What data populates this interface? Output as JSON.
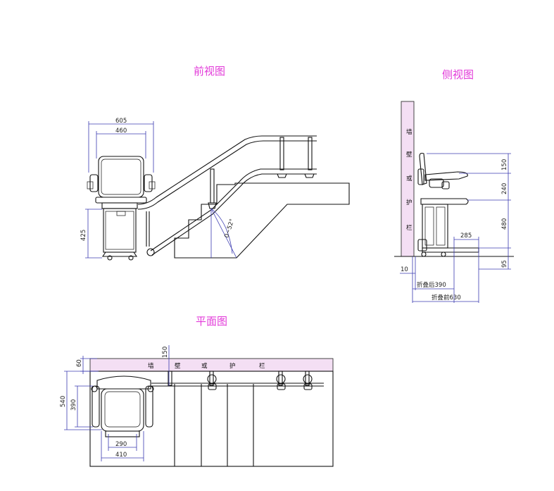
{
  "views": {
    "front": {
      "title": "前视图"
    },
    "side": {
      "title": "侧视图"
    },
    "plan": {
      "title": "平面图"
    }
  },
  "front_dims": {
    "outer_width": "605",
    "inner_width": "460",
    "seat_height": "425",
    "slope": "0~52°"
  },
  "side_dims": {
    "wall_label": [
      "墙",
      "壁",
      "或",
      "护",
      "栏"
    ],
    "back_height": "150",
    "arm_height": "240",
    "seat_height": "480",
    "footrest_depth": "285",
    "footrest_height": "95",
    "wall_gap": "10",
    "folded_width": "折叠后390",
    "unfolded_width": "折叠前630"
  },
  "plan_dims": {
    "wall_label": [
      "墙",
      "壁",
      "或",
      "护",
      "栏"
    ],
    "rail_offset": "150",
    "wall_thickness": "60",
    "outer_depth": "540",
    "seat_depth": "390",
    "seat_width": "290",
    "footrest_width": "410"
  },
  "colors": {
    "title": "#e23ad9",
    "dimension": "#3b3bb0",
    "wall_fill": "#f4dff4",
    "line": "#111111"
  }
}
